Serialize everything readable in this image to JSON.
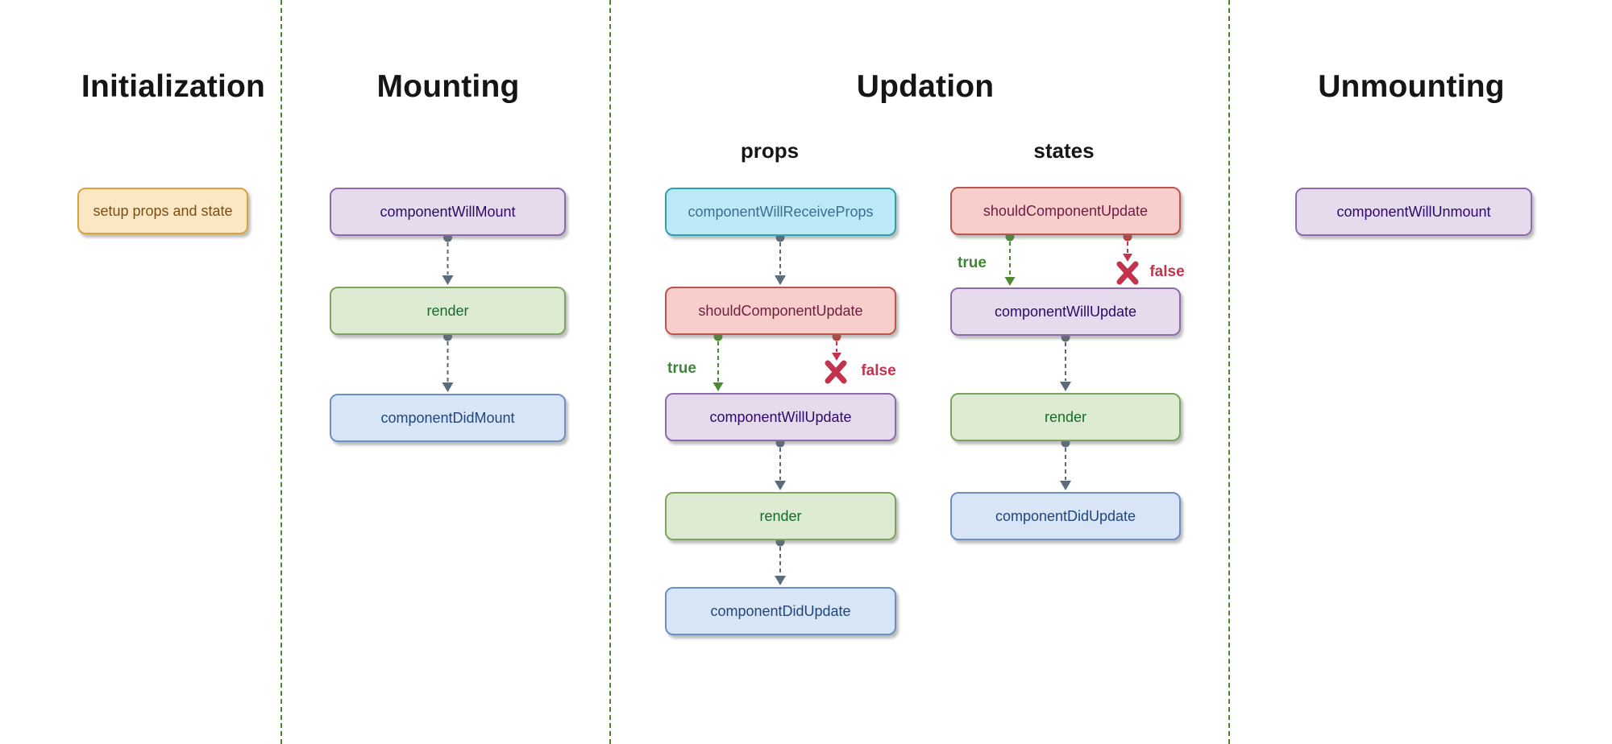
{
  "sections": [
    {
      "title": "Initialization"
    },
    {
      "title": "Mounting"
    },
    {
      "title": "Updation",
      "subsections": [
        {
          "title": "props"
        },
        {
          "title": "states"
        }
      ]
    },
    {
      "title": "Unmounting"
    }
  ],
  "nodes": {
    "initialization": {
      "setup": "setup props and state"
    },
    "mounting": {
      "will_mount": "componentWillMount",
      "render": "render",
      "did_mount": "componentDidMount"
    },
    "updation_props": {
      "will_receive_props": "componentWillReceiveProps",
      "should_update": "shouldComponentUpdate",
      "will_update": "componentWillUpdate",
      "render": "render",
      "did_update": "componentDidUpdate"
    },
    "updation_states": {
      "should_update": "shouldComponentUpdate",
      "will_update": "componentWillUpdate",
      "render": "render",
      "did_update": "componentDidUpdate"
    },
    "unmounting": {
      "will_unmount": "componentWillUnmount"
    }
  },
  "branches": {
    "true_label": "true",
    "false_label": "false",
    "false_icon": "cross-x-icon"
  },
  "colors": {
    "separator_green": "#4E8631",
    "flow_arrow_gray": "#5A6B7C",
    "true_green": "#3C8735",
    "false_red": "#C2334D",
    "node_orange": {
      "fill": "#FCE7C5",
      "border": "#D9A33C",
      "text": "#7A4F16"
    },
    "node_purple": {
      "fill": "#E6DBEC",
      "border": "#8E6BA8",
      "text": "#2D0A69"
    },
    "node_green": {
      "fill": "#DCEBD2",
      "border": "#7CA45F",
      "text": "#166B2B"
    },
    "node_blue": {
      "fill": "#D7E5F7",
      "border": "#6E8FBF",
      "text": "#21477C"
    },
    "node_cyan": {
      "fill": "#BCE9F8",
      "border": "#2BA1AF",
      "text": "#3E6E8E"
    },
    "node_red": {
      "fill": "#F7CECB",
      "border": "#BF534D",
      "text": "#6E1C42"
    }
  }
}
